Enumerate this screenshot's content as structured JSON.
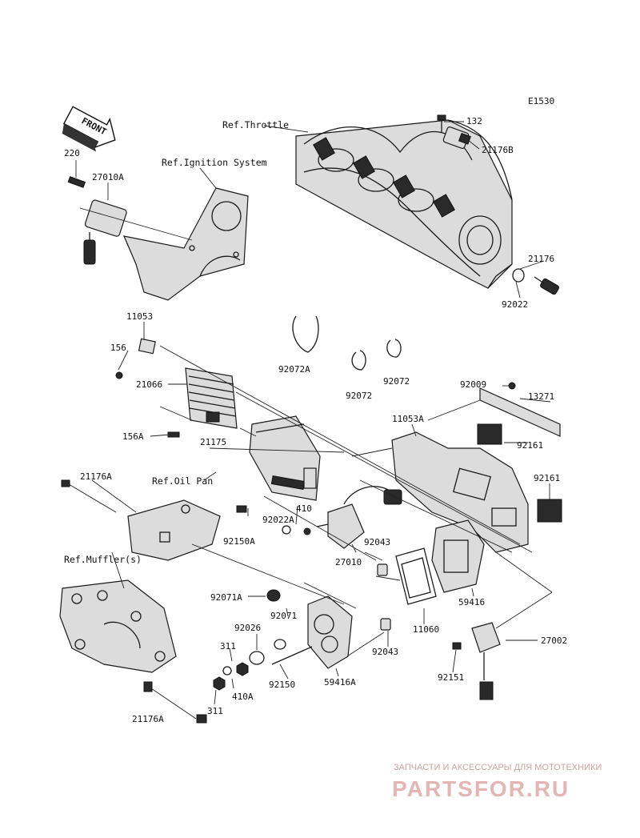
{
  "diagram_code": "E1530",
  "front_label": "FRONT",
  "references": {
    "throttle": "Ref.Throttle",
    "ignition": "Ref.Ignition System",
    "oil_pan": "Ref.Oil Pan",
    "muffler": "Ref.Muffler(s)"
  },
  "parts": {
    "p132": "132",
    "p21176B": "21176B",
    "p21176": "21176",
    "p92022": "92022",
    "p220": "220",
    "p27010A": "27010A",
    "p11053": "11053",
    "p156": "156",
    "p21066": "21066",
    "p156A": "156A",
    "p92072A": "92072A",
    "p92072a": "92072",
    "p92072b": "92072",
    "p92009": "92009",
    "p13271": "13271",
    "p11053A": "11053A",
    "p92161a": "92161",
    "p92161b": "92161",
    "p21175": "21175",
    "p21176A_top": "21176A",
    "p410": "410",
    "p92022A": "92022A",
    "p92150A": "92150A",
    "p27010": "27010",
    "p92043a": "92043",
    "p59416": "59416",
    "p11060": "11060",
    "p92071A": "92071A",
    "p92071": "92071",
    "p92026": "92026",
    "p311a": "311",
    "p311b": "311",
    "p410A": "410A",
    "p92150": "92150",
    "p59416A": "59416A",
    "p92043b": "92043",
    "p27002": "27002",
    "p92151": "92151",
    "p21176A_bot": "21176A"
  },
  "watermark": {
    "tagline": "ЗАПЧАСТИ И АКСЕССУАРЫ ДЛЯ МОТОТЕХНИКИ",
    "brand": "PARTSFOR.RU"
  },
  "colors": {
    "line": "#1a1a1a",
    "watermark": "#e3b5b5"
  }
}
